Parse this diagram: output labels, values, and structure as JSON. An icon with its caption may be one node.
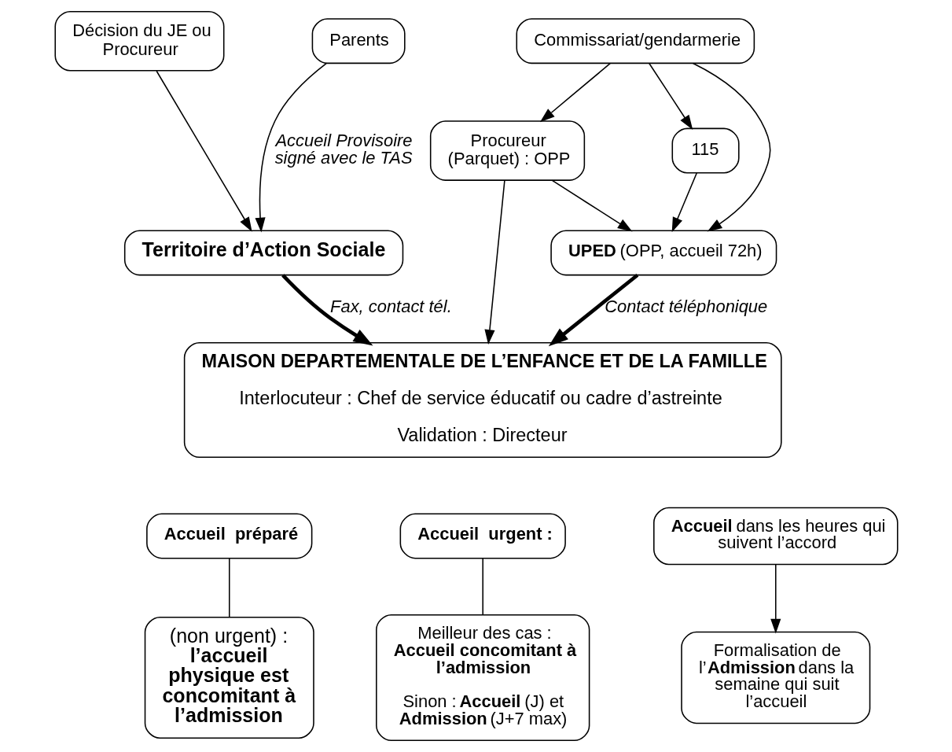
{
  "diagram": {
    "nodes": [
      {
        "text": [
          "Décision du JE ou Procureur"
        ]
      },
      {
        "text": [
          "Parents"
        ]
      },
      {
        "text": [
          "Commissariat/gendarmerie"
        ]
      },
      {
        "text": [
          "Procureur (Parquet) : OPP"
        ]
      },
      {
        "text": [
          "115"
        ]
      },
      {
        "text": [
          "Territoire d’Action Sociale"
        ]
      },
      {
        "text": [
          "**UPED** (OPP, accueil 72h)"
        ]
      },
      {
        "text": [
          "MAISON DEPARTEMENTALE DE L’ENFANCE ET DE LA FAMILLE",
          "Interlocuteur : Chef de service éducatif ou cadre d’astreinte",
          "Validation : Directeur"
        ]
      },
      {
        "text": [
          "Accueil  préparé"
        ]
      },
      {
        "text": [
          "Accueil  urgent :"
        ]
      },
      {
        "text": [
          "**Accueil** dans les heures qui suivent l’accord"
        ]
      },
      {
        "text": [
          "(non urgent) : **l’accueil physique est concomitant à l’admission**"
        ]
      },
      {
        "text": [
          "Meilleur des cas : **Accueil concomitant à l’admission**",
          "Sinon : **Accueil** (J) et **Admission** (J+7 max)"
        ]
      },
      {
        "text": [
          "Formalisation de l’**Admission** dans la semaine qui suit l’accueil"
        ]
      }
    ],
    "edges": [
      {
        "from": 0,
        "to": 5,
        "arrow": "to"
      },
      {
        "from": 1,
        "to": 5,
        "arrow": "to",
        "label": "Accueil Provisoire signé avec le TAS"
      },
      {
        "from": 2,
        "to": 3,
        "arrow": "to"
      },
      {
        "from": 2,
        "to": 6,
        "arrow": "to"
      },
      {
        "from": 2,
        "to": 4,
        "arrow": "to"
      },
      {
        "from": 3,
        "to": 6,
        "arrow": "to"
      },
      {
        "from": 4,
        "to": 6,
        "arrow": "to"
      },
      {
        "from": 5,
        "to": 7,
        "arrow": "to",
        "style": "thick",
        "label": "Fax, contact tél."
      },
      {
        "from": 3,
        "to": 7,
        "arrow": "to"
      },
      {
        "from": 6,
        "to": 7,
        "arrow": "to",
        "style": "thick",
        "label": "Contact téléphonique"
      },
      {
        "from": 8,
        "to": 11,
        "arrow": "none"
      },
      {
        "from": 9,
        "to": 12,
        "arrow": "none"
      },
      {
        "from": 10,
        "to": 13,
        "arrow": "to"
      }
    ]
  }
}
